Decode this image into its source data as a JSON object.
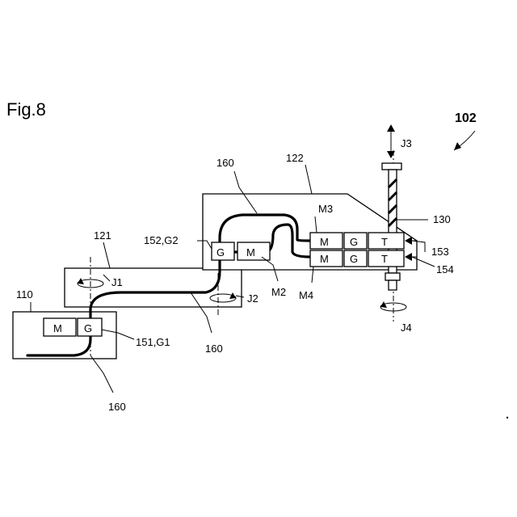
{
  "figure": {
    "title": "Fig.8",
    "ref_number": "102"
  },
  "labels": {
    "base": "110",
    "arm1": "121",
    "arm2": "122",
    "shaft": "130",
    "cable_top": "160",
    "cable_mid": "160",
    "cable_bottom": "160",
    "g1": "151,G1",
    "g2": "152,G2",
    "m2": "M2",
    "m3": "M3",
    "m4": "M4",
    "t153": "153",
    "t154": "154",
    "j1": "J1",
    "j2": "J2",
    "j3": "J3",
    "j4": "J4"
  },
  "boxes": {
    "motor": "M",
    "gear": "G",
    "transmission": "T"
  }
}
